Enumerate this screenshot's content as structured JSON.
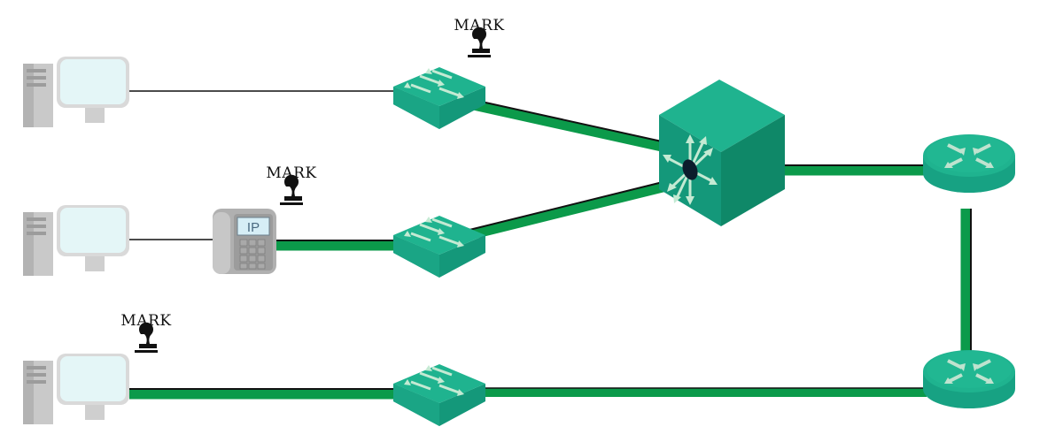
{
  "colors": {
    "link_thin": "#111111",
    "link_marked": "#0b9a4a",
    "device_top": "#1fb38f",
    "device_side": "#14987a",
    "device_dark": "#0f8868",
    "arrow": "#bfe6cc",
    "pc_screen": "#dff3f5",
    "tower": "#c8c8c8",
    "phone": "#b8b8b8"
  },
  "marks": [
    {
      "id": "mark-1",
      "label": "MARK",
      "icon": "stamp-icon"
    },
    {
      "id": "mark-2",
      "label": "MARK",
      "icon": "stamp-icon"
    },
    {
      "id": "mark-3",
      "label": "MARK",
      "icon": "stamp-icon"
    }
  ],
  "devices": {
    "pcs": [
      {
        "id": "pc-1",
        "icon": "workstation-icon"
      },
      {
        "id": "pc-2",
        "icon": "workstation-icon"
      },
      {
        "id": "pc-3",
        "icon": "workstation-icon"
      }
    ],
    "ip_phone": {
      "id": "ip-phone",
      "icon": "ip-phone-icon",
      "label": "IP"
    },
    "access_switches": [
      {
        "id": "access-switch-1",
        "icon": "switch-icon"
      },
      {
        "id": "access-switch-2",
        "icon": "switch-icon"
      },
      {
        "id": "access-switch-3",
        "icon": "switch-icon"
      }
    ],
    "multilayer_switch": {
      "id": "multilayer-switch",
      "icon": "multilayer-switch-icon"
    },
    "routers": [
      {
        "id": "router-1",
        "icon": "router-icon"
      },
      {
        "id": "router-2",
        "icon": "router-icon"
      }
    ]
  },
  "links": [
    {
      "from": "pc-1",
      "to": "access-switch-1",
      "marked": false
    },
    {
      "from": "pc-2",
      "to": "ip-phone",
      "marked": false
    },
    {
      "from": "ip-phone",
      "to": "access-switch-2",
      "marked": true
    },
    {
      "from": "pc-3",
      "to": "access-switch-3",
      "marked": true
    },
    {
      "from": "access-switch-1",
      "to": "multilayer-switch",
      "marked": true
    },
    {
      "from": "access-switch-2",
      "to": "multilayer-switch",
      "marked": true
    },
    {
      "from": "multilayer-switch",
      "to": "router-1",
      "marked": true
    },
    {
      "from": "router-1",
      "to": "router-2",
      "marked": true
    },
    {
      "from": "access-switch-3",
      "to": "router-2",
      "marked": true
    }
  ]
}
